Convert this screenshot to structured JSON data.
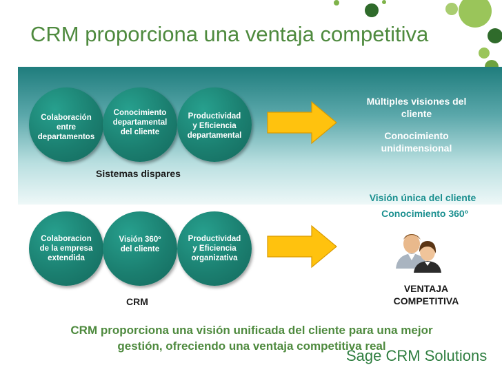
{
  "title": "CRM proporciona una ventaja competitiva",
  "top_row": {
    "circles": [
      "Colaboración\nentre\ndepartamentos",
      "Conocimiento\ndepartamental\ndel cliente",
      "Productividad\ny Eficiencia\ndepartamental"
    ],
    "caption": "Sistemas dispares",
    "result_line1": "Múltiples visiones del\ncliente",
    "result_line2": "Conocimiento\nunidimensional"
  },
  "bottom_row": {
    "circles": [
      "Colaboracion\nde la empresa\nextendida",
      "Visión 360º\ndel cliente",
      "Productividad\ny Eficiencia\norganizativa"
    ],
    "caption": "CRM",
    "result_line1": "Visión única del cliente",
    "result_line2": "Conocimiento 360º",
    "advantage": "VENTAJA\nCOMPETITIVA"
  },
  "footer": "CRM proporciona una visión unificada del cliente para una mejor\ngestión, ofreciendo una ventaja competitiva real",
  "brand": "Sage CRM Solutions",
  "icons": [
    "users-icon",
    "decorative-dots"
  ],
  "colors": {
    "green": "#4e8a3e",
    "teal": "#1a8f8f",
    "circle": "#1b7f70",
    "arrow": "#ffc20e"
  }
}
